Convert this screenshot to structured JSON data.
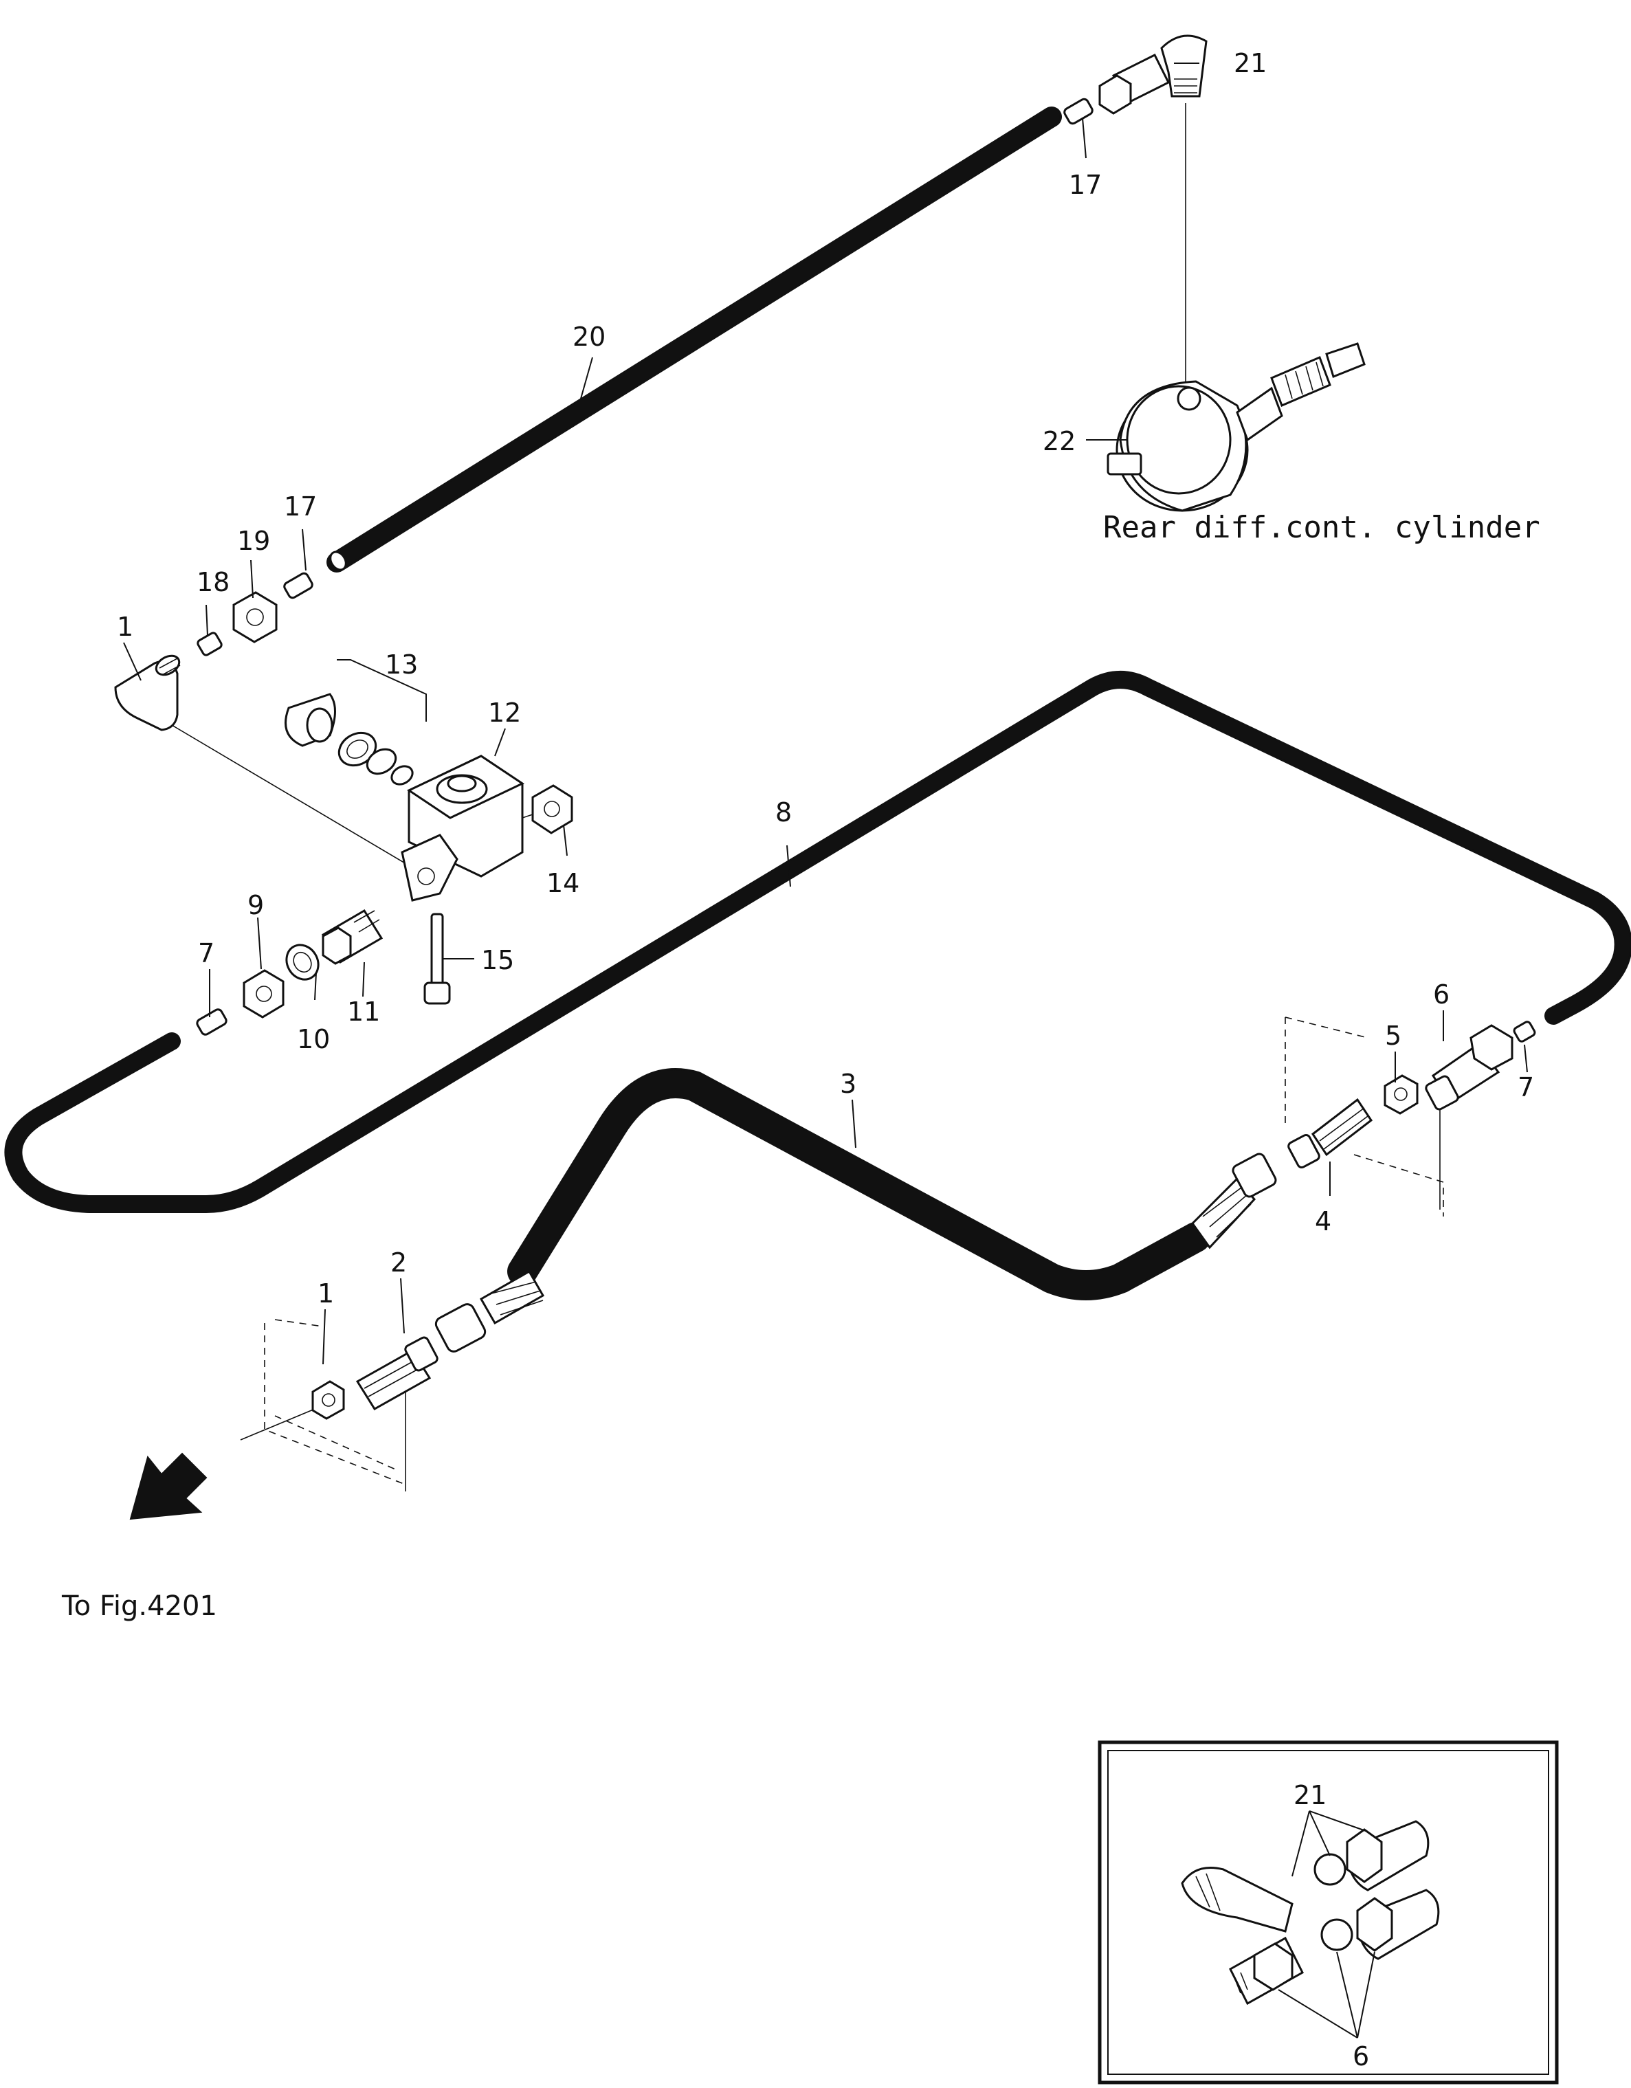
{
  "diagram": {
    "caption_cylinder": "Rear diff.cont. cylinder",
    "caption_reference": "To Fig.4201",
    "part_labels": [
      {
        "id": "l1a",
        "text": "1"
      },
      {
        "id": "l1b",
        "text": "1"
      },
      {
        "id": "l2",
        "text": "2"
      },
      {
        "id": "l3",
        "text": "3"
      },
      {
        "id": "l4",
        "text": "4"
      },
      {
        "id": "l5",
        "text": "5"
      },
      {
        "id": "l6a",
        "text": "6"
      },
      {
        "id": "l6b",
        "text": "6"
      },
      {
        "id": "l7a",
        "text": "7"
      },
      {
        "id": "l7b",
        "text": "7"
      },
      {
        "id": "l8",
        "text": "8"
      },
      {
        "id": "l9",
        "text": "9"
      },
      {
        "id": "l10",
        "text": "10"
      },
      {
        "id": "l11",
        "text": "11"
      },
      {
        "id": "l12",
        "text": "12"
      },
      {
        "id": "l13",
        "text": "13"
      },
      {
        "id": "l14",
        "text": "14"
      },
      {
        "id": "l15",
        "text": "15"
      },
      {
        "id": "l17a",
        "text": "17"
      },
      {
        "id": "l17b",
        "text": "17"
      },
      {
        "id": "l18",
        "text": "18"
      },
      {
        "id": "l19",
        "text": "19"
      },
      {
        "id": "l20",
        "text": "20"
      },
      {
        "id": "l21a",
        "text": "21"
      },
      {
        "id": "l21b",
        "text": "21"
      },
      {
        "id": "l22",
        "text": "22"
      }
    ]
  }
}
